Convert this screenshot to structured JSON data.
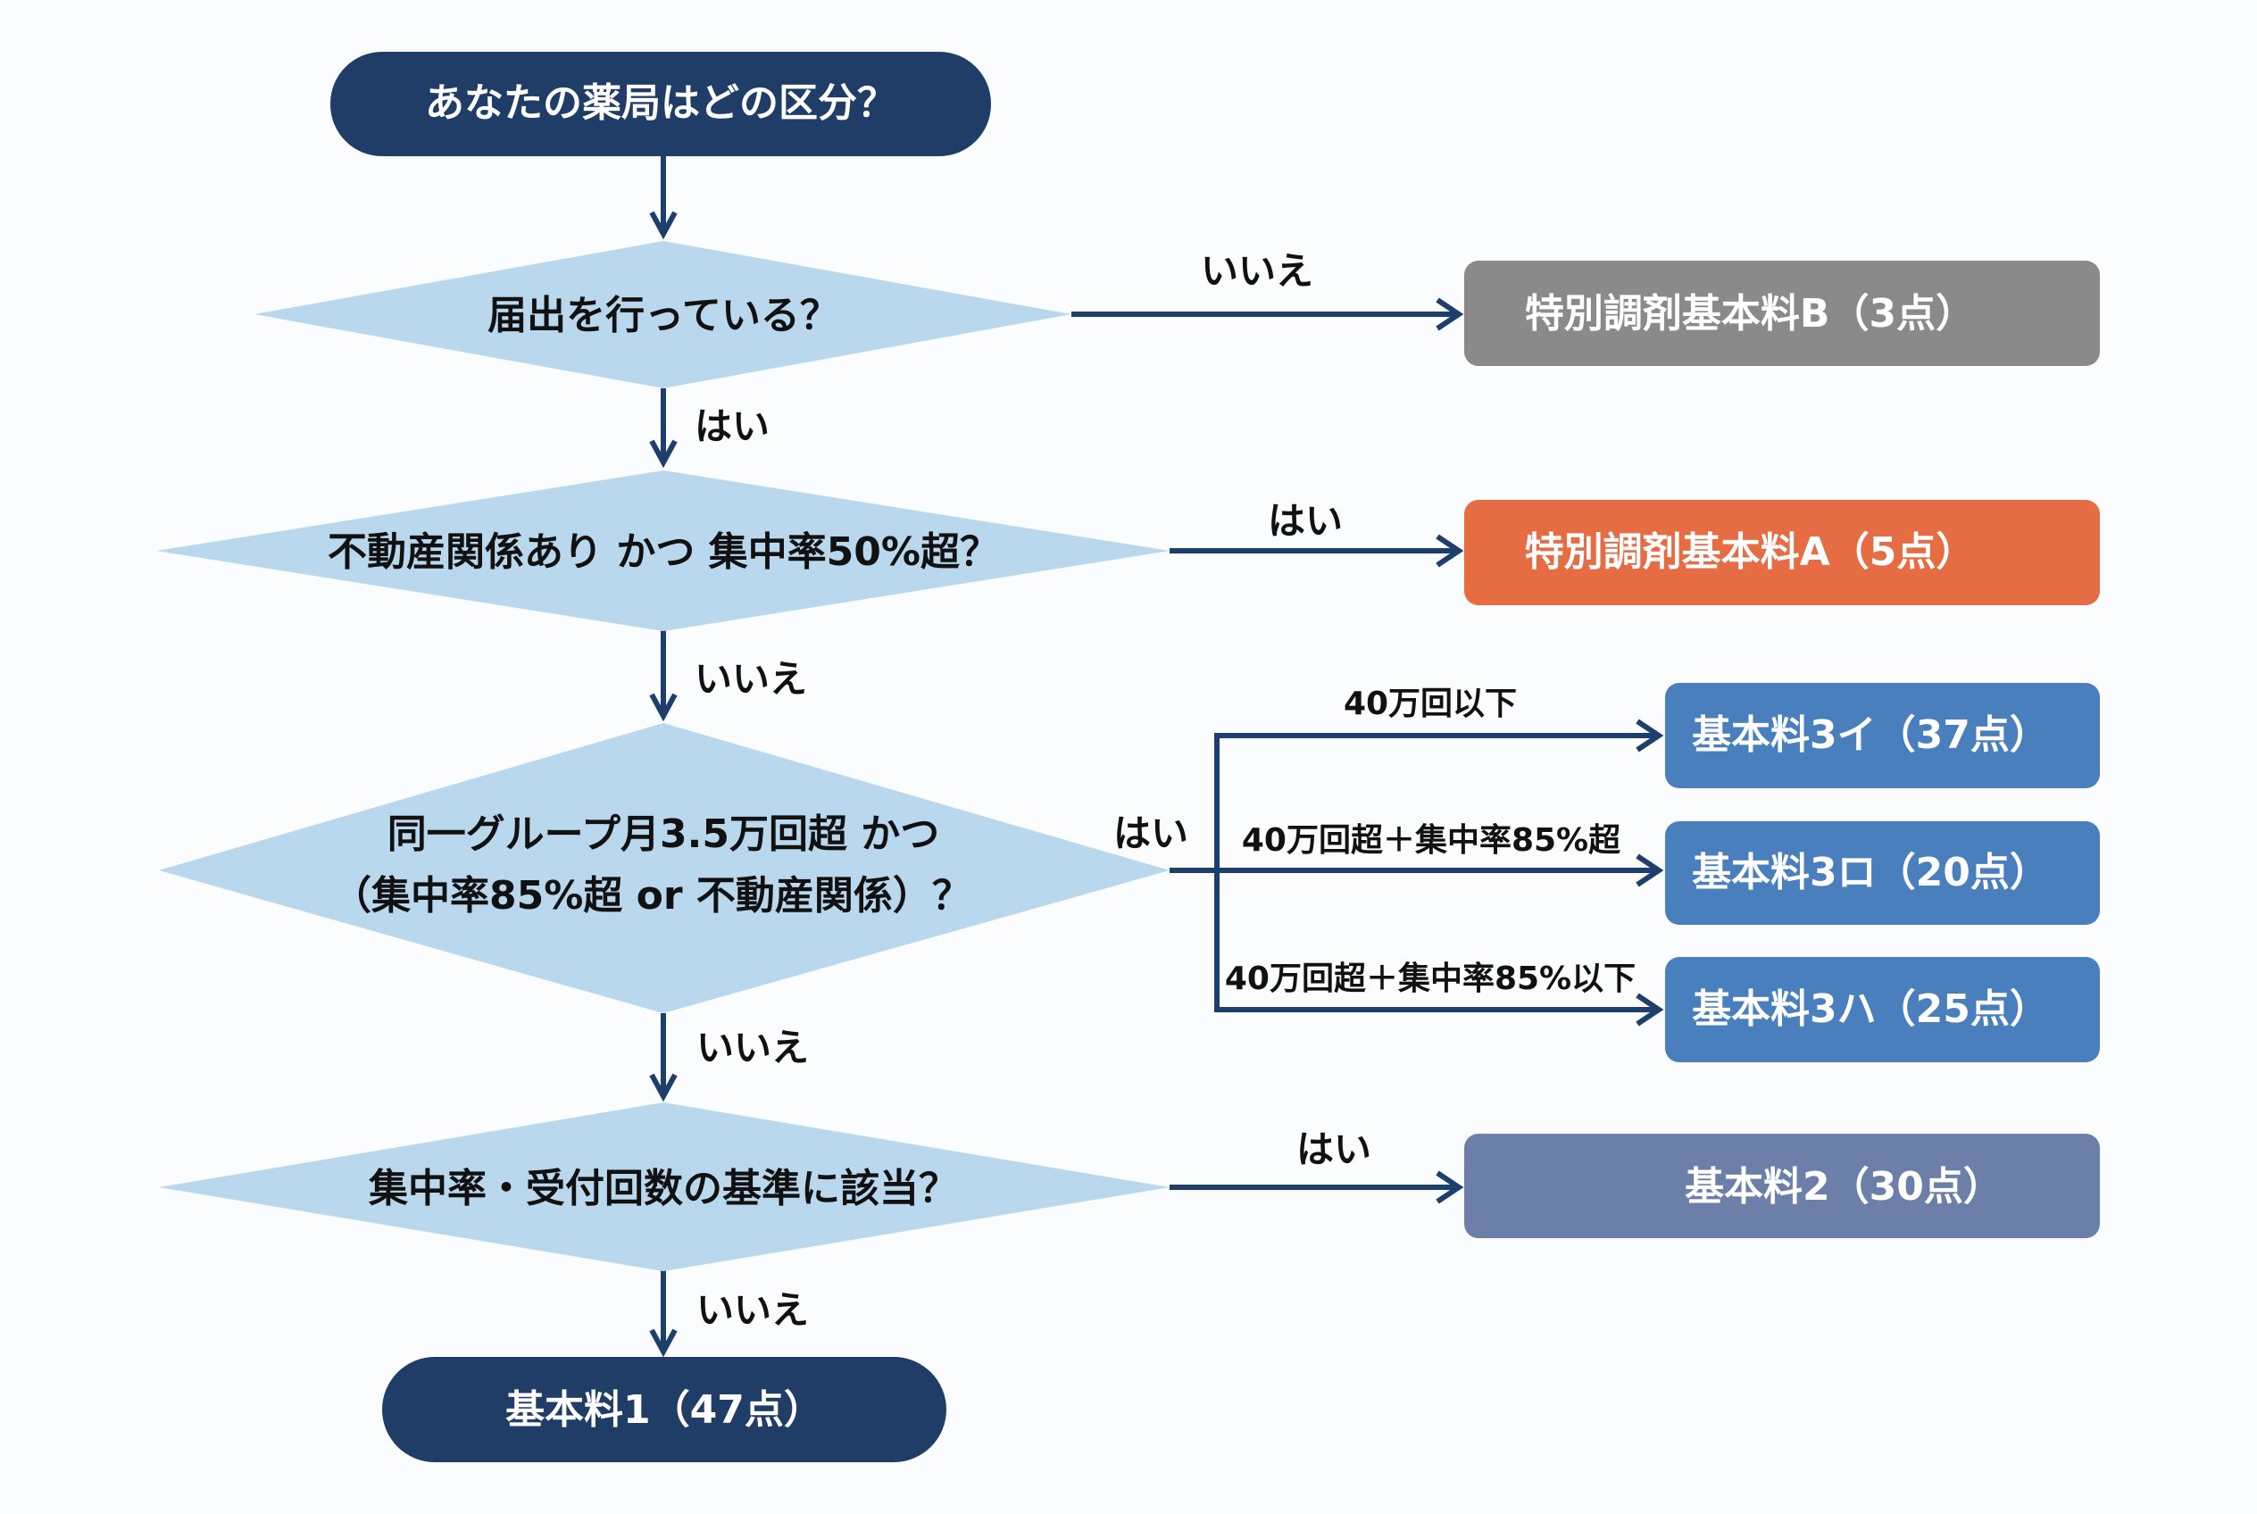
{
  "colors": {
    "start_end": "#1f3d66",
    "decision": "#b9d8ee",
    "arrow": "#1e3f6b",
    "result_b": "#8a8a8a",
    "result_a": "#e56c43",
    "result_3": "#4a7fbd",
    "result_2": "#6b7fa8"
  },
  "start": {
    "text": "あなたの薬局はどの区分？"
  },
  "decisions": [
    {
      "id": "d1",
      "lines": [
        "届出を行っている？"
      ]
    },
    {
      "id": "d2",
      "lines": [
        "不動産関係あり かつ 集中率50%超？"
      ]
    },
    {
      "id": "d3",
      "lines": [
        "同一グループ月3.5万回超 かつ",
        "（集中率85%超 or 不動産関係）？"
      ]
    },
    {
      "id": "d4",
      "lines": [
        "集中率・受付回数の基準に該当？"
      ]
    }
  ],
  "results": {
    "special_b": "特別調剤基本料B（3点）",
    "special_a": "特別調剤基本料A（5点）",
    "basic_3i": "基本料3イ（37点）",
    "basic_3ro": "基本料3ロ（20点）",
    "basic_3ha": "基本料3ハ（25点）",
    "basic_2": "基本料2（30点）",
    "basic_1": "基本料1（47点）"
  },
  "edge_labels": {
    "d1_no": "いいえ",
    "d1_yes": "はい",
    "d2_yes": "はい",
    "d2_no": "いいえ",
    "d3_yes": "はい",
    "d3_no": "いいえ",
    "d4_yes": "はい",
    "d4_no": "いいえ",
    "branch_3i": "40万回以下",
    "branch_3ro": "40万回超＋集中率85%超",
    "branch_3ha": "40万回超＋集中率85%以下"
  }
}
